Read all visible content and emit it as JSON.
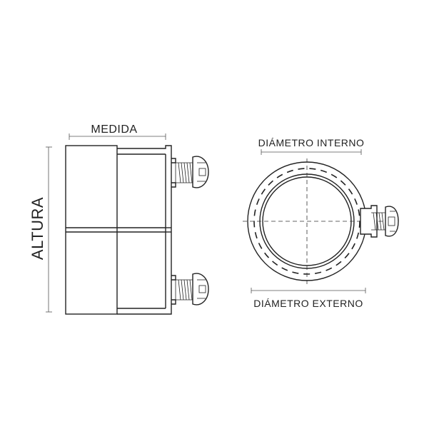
{
  "labels": {
    "medida": "MEDIDA",
    "altura": "ALTURA",
    "diametro_interno": "DIÁMETRO INTERNO",
    "diametro_externo": "DIÁMETRO EXTERNO"
  },
  "colors": {
    "stroke": "#222222",
    "background": "#ffffff"
  }
}
